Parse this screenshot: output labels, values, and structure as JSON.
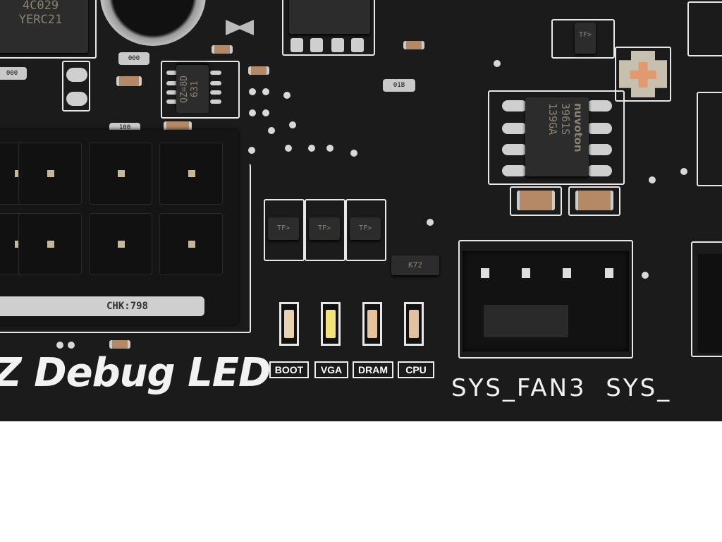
{
  "top_chip": {
    "line1": "4C029",
    "line2": "YERC21"
  },
  "qfn_chip": {
    "line1": "QZ=8D",
    "line2": "631"
  },
  "resistors": [
    "000",
    "000",
    "100",
    "01B"
  ],
  "small_chips": [
    "TF>",
    "TF>",
    "TF>",
    "TF>"
  ],
  "sot_chip": "K72",
  "nuvoton_chip": {
    "brand": "nuvoton",
    "line1": "3961S",
    "line2": "139GA"
  },
  "power_connector_sticker": "CHK:798",
  "debug_title": "Z Debug LED",
  "leds": [
    {
      "label": "BOOT",
      "color": "#e8d2b0"
    },
    {
      "label": "VGA",
      "color": "#f3e27a"
    },
    {
      "label": "DRAM",
      "color": "#e6c39a"
    },
    {
      "label": "CPU",
      "color": "#e2c0a2"
    }
  ],
  "fan_header_label": "SYS_FAN3  SYS_",
  "colors": {
    "pcb": "#1b1b1b",
    "silkscreen": "#f2f2f2",
    "copper_pad": "#e09a70"
  }
}
